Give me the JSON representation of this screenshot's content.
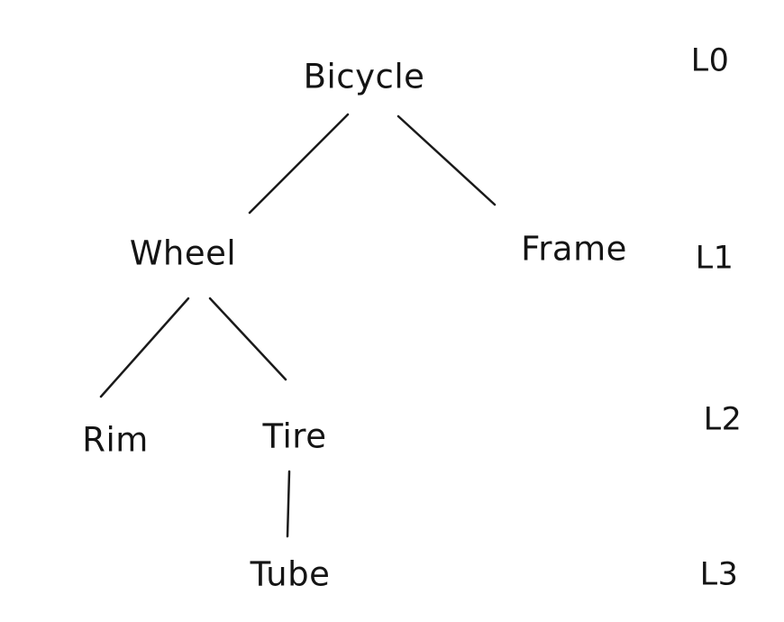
{
  "diagram": {
    "type": "tree",
    "style": "hand-drawn",
    "colors": {
      "ink": "#141414",
      "background": "#ffffff"
    },
    "nodes": [
      {
        "id": "bicycle",
        "label": "Bicycle",
        "level": 0
      },
      {
        "id": "wheel",
        "label": "Wheel",
        "level": 1
      },
      {
        "id": "frame",
        "label": "Frame",
        "level": 1
      },
      {
        "id": "rim",
        "label": "Rim",
        "level": 2
      },
      {
        "id": "tire",
        "label": "Tire",
        "level": 2
      },
      {
        "id": "tube",
        "label": "Tube",
        "level": 3
      }
    ],
    "edges": [
      {
        "from": "Bicycle",
        "to": "Wheel"
      },
      {
        "from": "Bicycle",
        "to": "Frame"
      },
      {
        "from": "Wheel",
        "to": "Rim"
      },
      {
        "from": "Wheel",
        "to": "Tire"
      },
      {
        "from": "Tire",
        "to": "Tube"
      }
    ],
    "level_labels": [
      {
        "label": "L0"
      },
      {
        "label": "L1"
      },
      {
        "label": "L2"
      },
      {
        "label": "L3"
      }
    ]
  }
}
